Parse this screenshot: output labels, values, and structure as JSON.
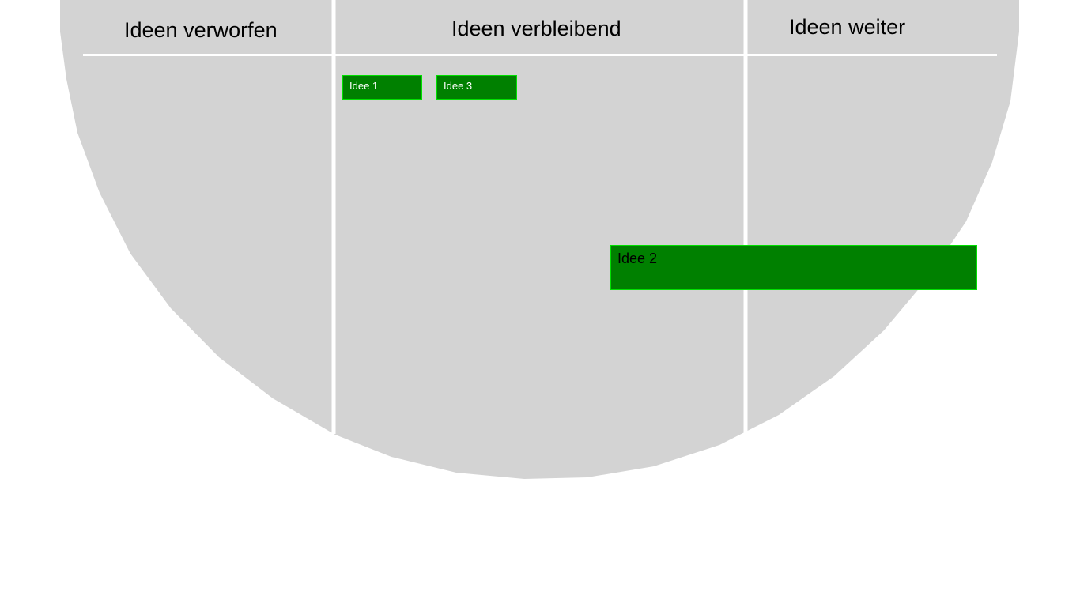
{
  "board": {
    "columns": [
      {
        "id": "verworfen",
        "title": "Ideen verworfen"
      },
      {
        "id": "verbleibend",
        "title": "Ideen verbleibend"
      },
      {
        "id": "weiter",
        "title": "Ideen weiter"
      }
    ],
    "ideas": [
      {
        "label": "Idee 1",
        "column": "Ideen verbleibend"
      },
      {
        "label": "Idee 3",
        "column": "Ideen verbleibend"
      },
      {
        "label": "Idee 2",
        "column": "Ideen weiter"
      }
    ]
  },
  "colors": {
    "board_background": "#d3d3d3",
    "divider": "#ffffff",
    "card_fill": "#008000",
    "card_border": "#00e000",
    "small_card_text": "#ffffff",
    "large_card_text": "#000000",
    "header_text": "#000000"
  }
}
